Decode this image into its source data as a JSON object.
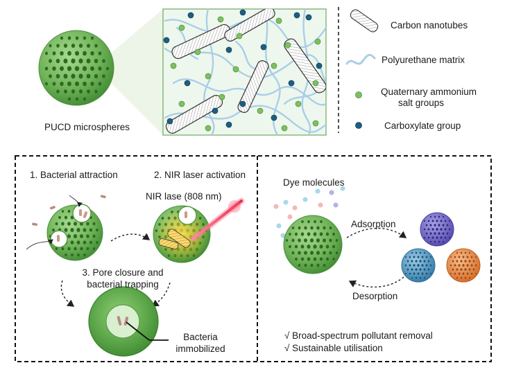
{
  "top": {
    "sphere_label": "PUCD microspheres",
    "legend": [
      {
        "icon": "carbon-nanotube-icon",
        "label": "Carbon nanotubes"
      },
      {
        "icon": "polyurethane-chain-icon",
        "label": "Polyurethane matrix"
      },
      {
        "icon": "green-dot-icon",
        "label_line1": "Quaternary ammonium",
        "label_line2": "salt groups"
      },
      {
        "icon": "blue-dot-icon",
        "label": "Carboxylate group"
      }
    ]
  },
  "left_panel": {
    "step1": "1. Bacterial attraction",
    "step2": "2. NIR laser activation",
    "laser_label": "NIR lase (808 nm)",
    "step3_line1": "3. Pore closure and",
    "step3_line2": "bacterial trapping",
    "result_line1": "Bacteria",
    "result_line2": "immobilized"
  },
  "right_panel": {
    "dye_label": "Dye molecules",
    "adsorption": "Adsorption",
    "desorption": "Desorption",
    "benefit1": "√ Broad-spectrum pollutant removal",
    "benefit2": "√ Sustainable utilisation"
  },
  "colors": {
    "sphere_green": "#5fa24a",
    "dot_green": "#2a6b22",
    "matrix_line": "#a9cfe6",
    "carboxylate_blue": "#1d5e82",
    "quaternary_green": "#7dc060",
    "purple_sphere": "#7066c4",
    "blue_sphere": "#4f9ac4",
    "orange_sphere": "#e98a48",
    "laser_red": "#e8324a"
  }
}
